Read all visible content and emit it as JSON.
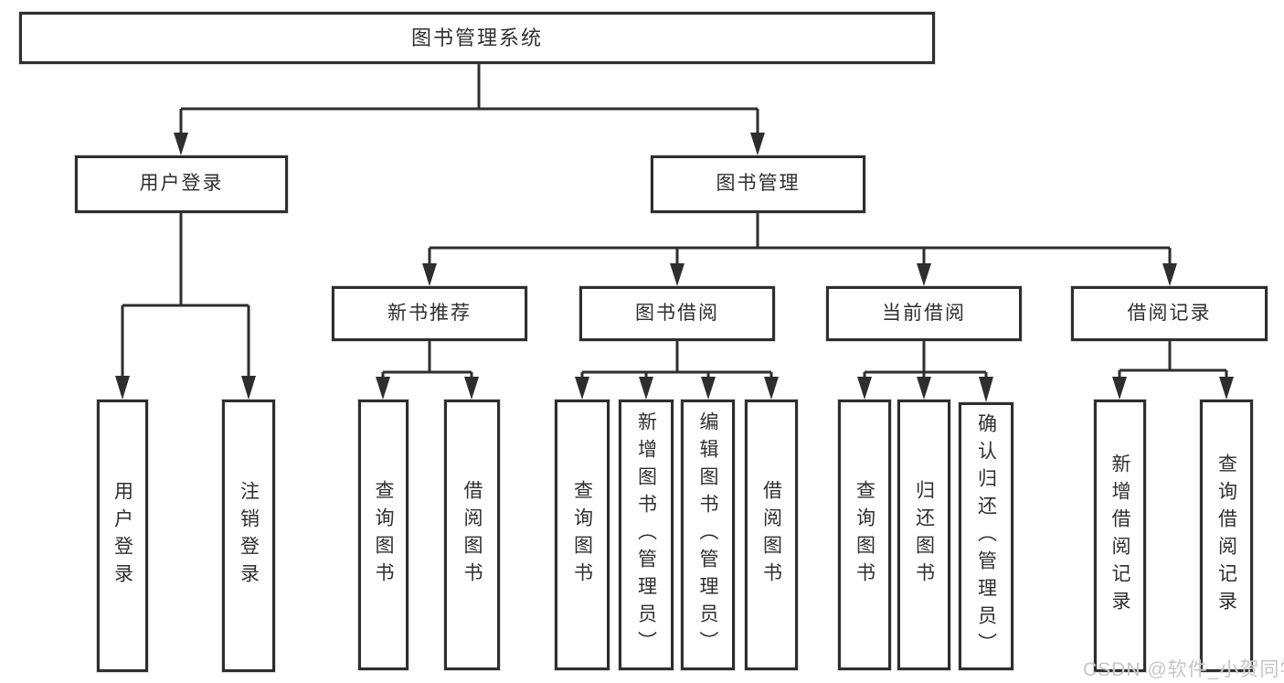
{
  "diagram_type": "hierarchy-tree",
  "colors": {
    "line": "#2e2e2e",
    "box_border": "#2e2e2e",
    "box_fill": "#ffffff",
    "text": "#2f2f2f",
    "background": "#ffffff",
    "watermark": "#c6c6c6"
  },
  "tree": {
    "label": "图书管理系统",
    "children": [
      {
        "label": "用户登录",
        "children": [
          {
            "label": "用户登录"
          },
          {
            "label": "注销登录"
          }
        ]
      },
      {
        "label": "图书管理",
        "children": [
          {
            "label": "新书推荐",
            "children": [
              {
                "label": "查询图书"
              },
              {
                "label": "借阅图书"
              }
            ]
          },
          {
            "label": "图书借阅",
            "children": [
              {
                "label": "查询图书"
              },
              {
                "label": "新增图书（管理员）"
              },
              {
                "label": "编辑图书（管理员）"
              },
              {
                "label": "借阅图书"
              }
            ]
          },
          {
            "label": "当前借阅",
            "children": [
              {
                "label": "查询图书"
              },
              {
                "label": "归还图书"
              },
              {
                "label": "确认归还（管理员）"
              }
            ]
          },
          {
            "label": "借阅记录",
            "children": [
              {
                "label": "新增借阅记录"
              },
              {
                "label": "查询借阅记录"
              }
            ]
          }
        ]
      }
    ]
  },
  "watermark": "CSDN @软件_小贺同学"
}
